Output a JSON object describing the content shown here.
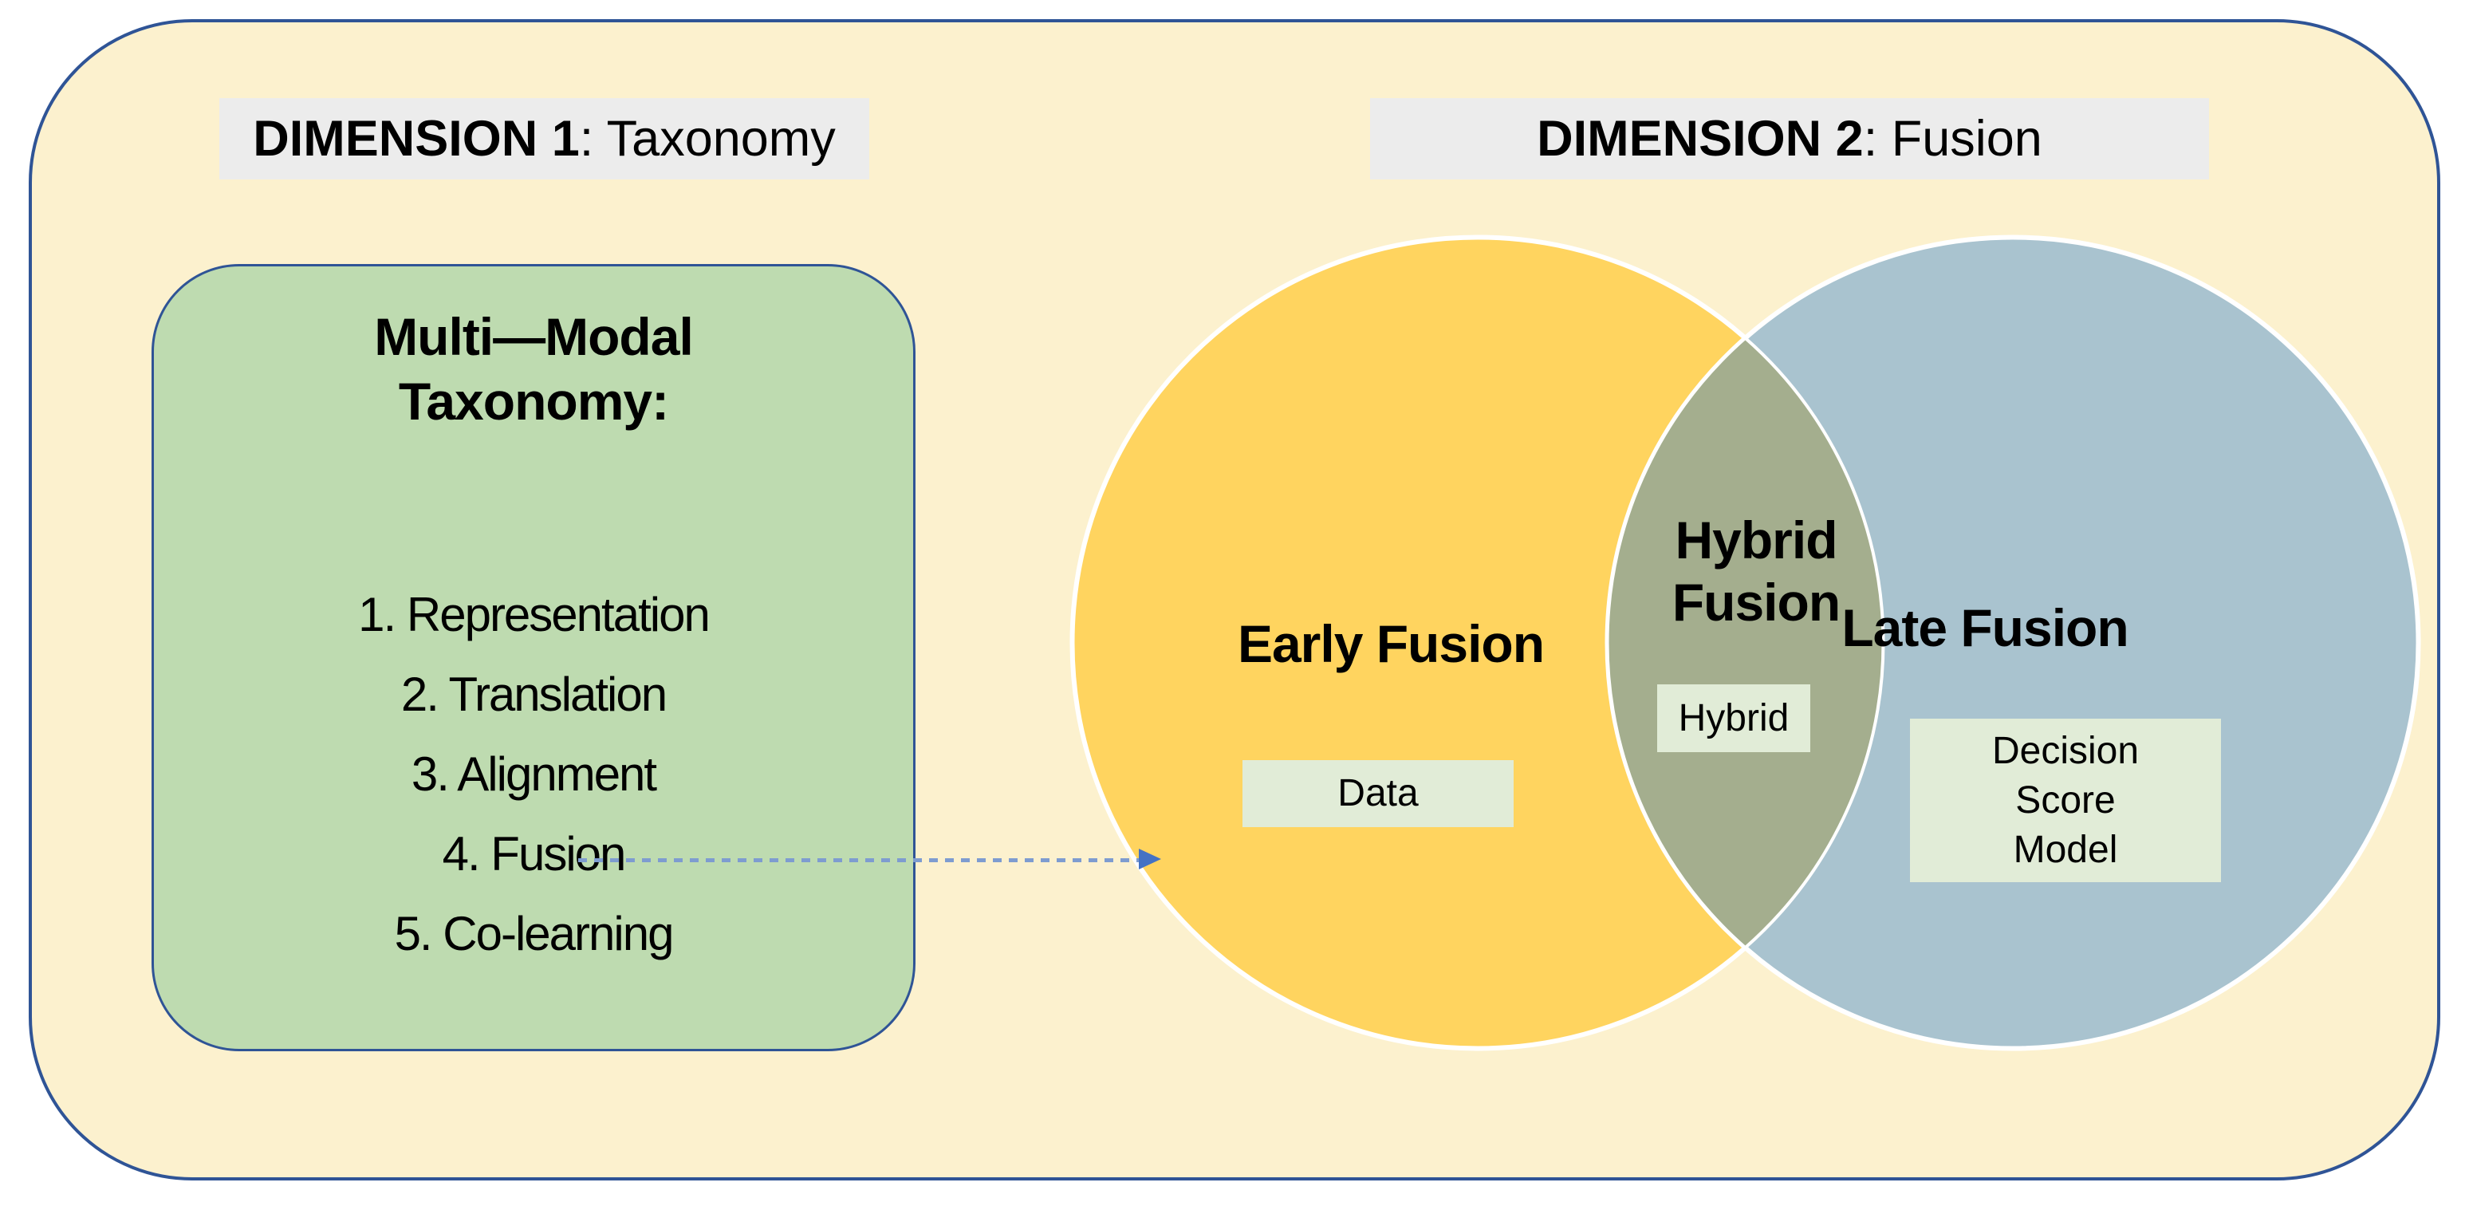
{
  "dimension1": {
    "label_bold": "DIMENSION 1",
    "label_rest": ": Taxonomy"
  },
  "dimension2": {
    "label_bold": "DIMENSION 2",
    "label_rest": ": Fusion"
  },
  "taxonomy_box": {
    "title_line1": "Multi—Modal",
    "title_line2": "Taxonomy:",
    "items": [
      "1. Representation",
      "2. Translation",
      "3. Alignment",
      "4. Fusion",
      "5. Co-learning"
    ]
  },
  "venn": {
    "early_label": "Early Fusion",
    "hybrid_label_line1": "Hybrid",
    "hybrid_label_line2": "Fusion",
    "late_label": "Late Fusion",
    "early_box": "Data",
    "hybrid_box": "Hybrid",
    "late_box_lines": [
      "Decision",
      "Score",
      "Model"
    ]
  },
  "colors": {
    "outer_fill": "#FCF1CE",
    "outer_border": "#2F5496",
    "header_bg": "#ECECEC",
    "taxonomy_fill": "#BEDBB0",
    "early_fill": "#FFD45F",
    "late_fill": "#A9C3CF",
    "overlap_fill": "#A4AE8E",
    "label_box_fill": "#E1ECD7",
    "arrow_dash": "#7E9CD0",
    "arrow_head": "#4472C4"
  }
}
